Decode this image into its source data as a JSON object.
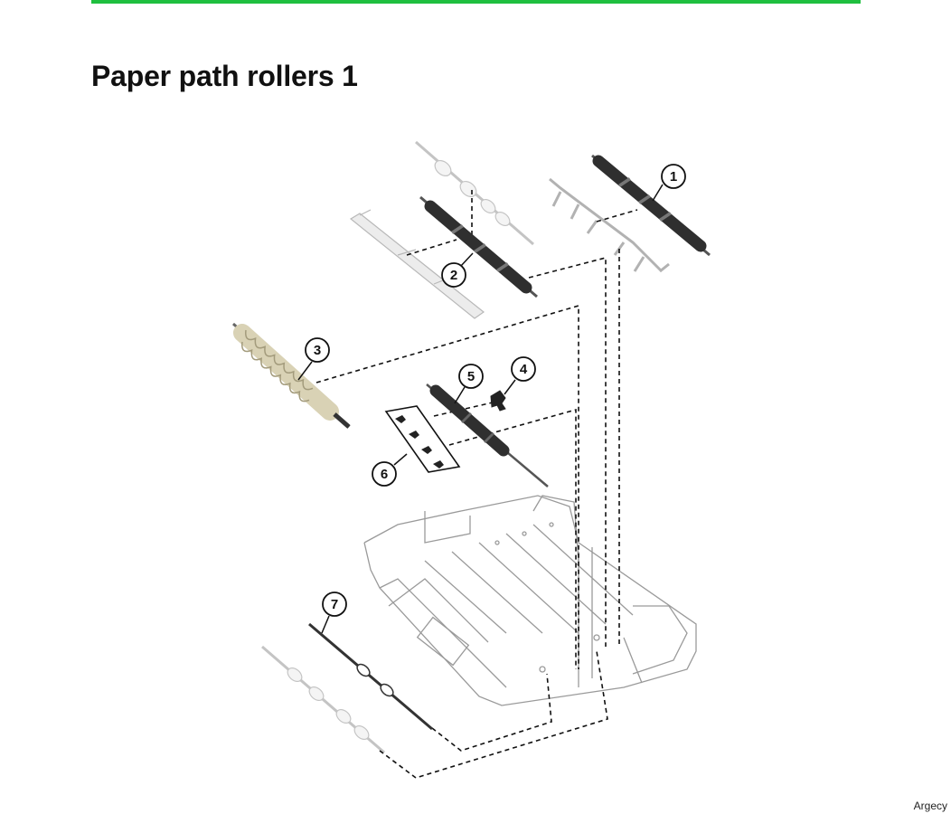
{
  "header": {
    "title": "Paper path rollers 1",
    "accent_color": "#1fbf3f"
  },
  "diagram": {
    "callouts": [
      {
        "label": "1",
        "part": "roller"
      },
      {
        "label": "2",
        "part": "roller"
      },
      {
        "label": "3",
        "part": "brush-roller"
      },
      {
        "label": "4",
        "part": "spring-clip"
      },
      {
        "label": "5",
        "part": "roller"
      },
      {
        "label": "6",
        "part": "clip-kit"
      },
      {
        "label": "7",
        "part": "shaft"
      }
    ],
    "colors": {
      "roller": "#3a3a3a",
      "brush": "#e2dcc3",
      "frame": "#9a9a9a",
      "leader": "#111111"
    }
  },
  "footer": {
    "brand": "Argecy"
  }
}
